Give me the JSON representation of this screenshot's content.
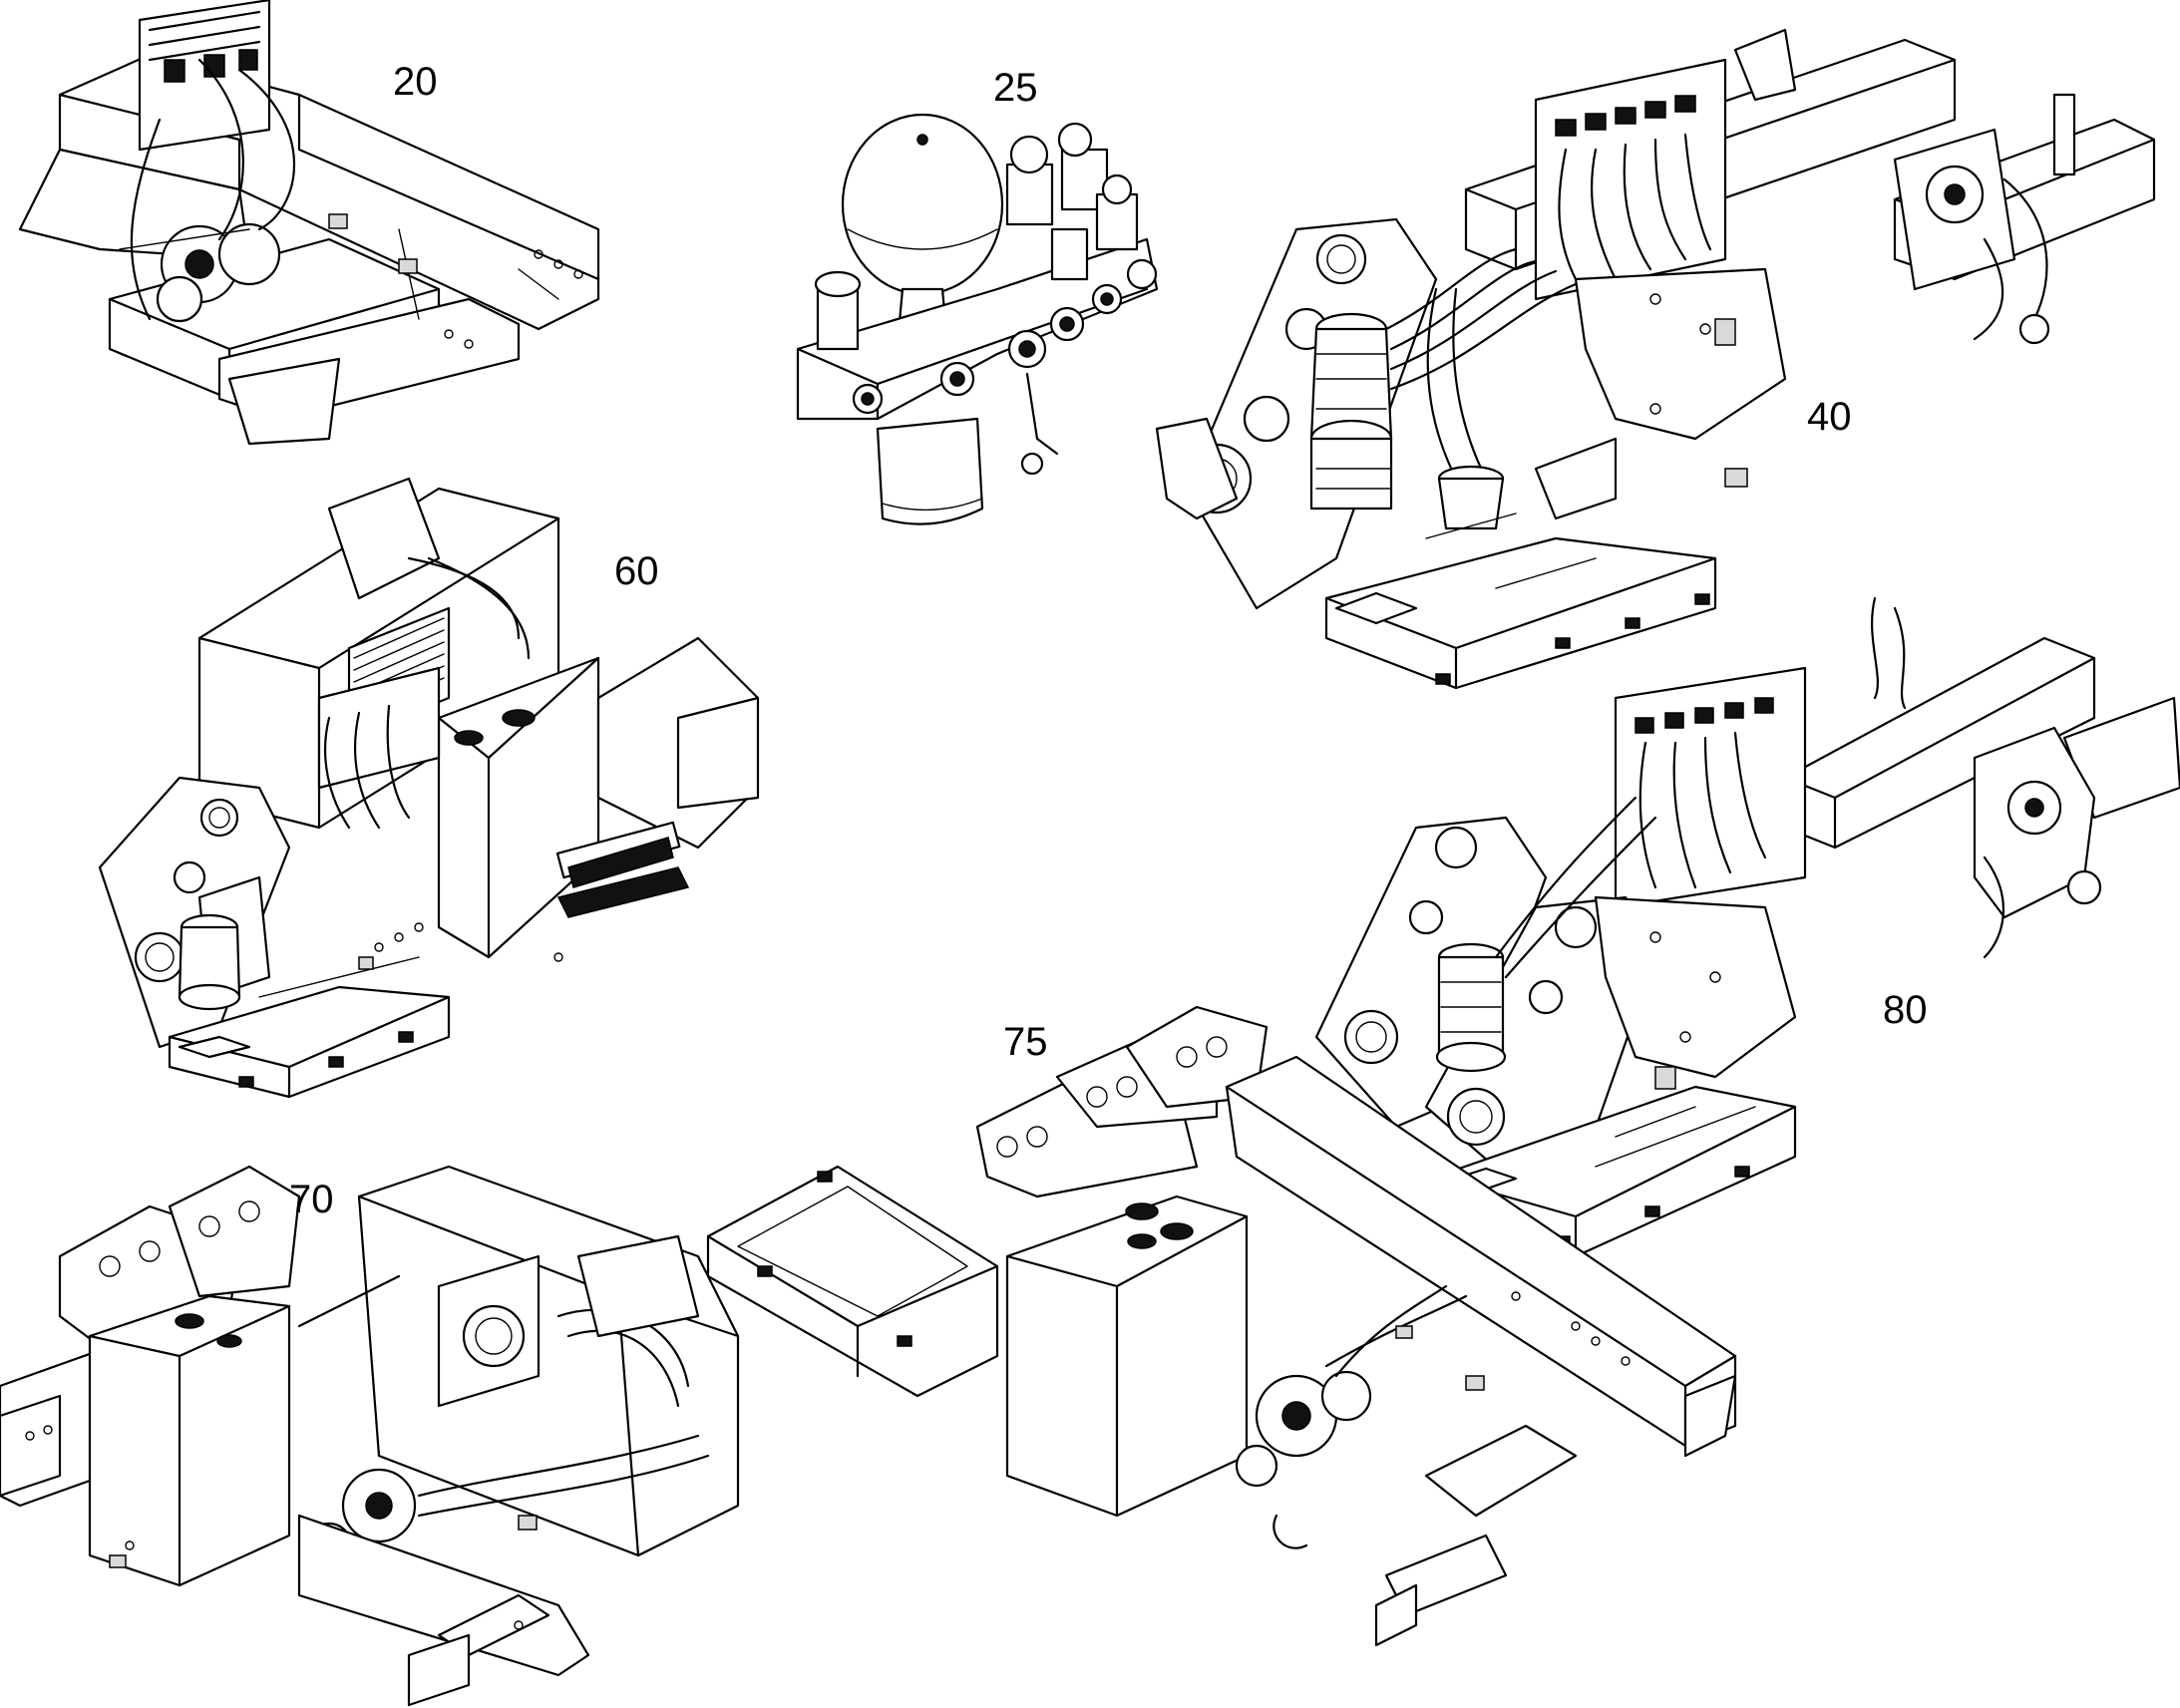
{
  "figure": {
    "type": "exploded-assembly-diagram",
    "colors": {
      "ink": "#000000",
      "paper": "#ffffff"
    },
    "callouts": [
      {
        "id": "c20",
        "label": "20"
      },
      {
        "id": "c25",
        "label": "25"
      },
      {
        "id": "c40",
        "label": "40"
      },
      {
        "id": "c60",
        "label": "60"
      },
      {
        "id": "c70",
        "label": "70"
      },
      {
        "id": "c75",
        "label": "75"
      },
      {
        "id": "c80",
        "label": "80"
      }
    ]
  }
}
